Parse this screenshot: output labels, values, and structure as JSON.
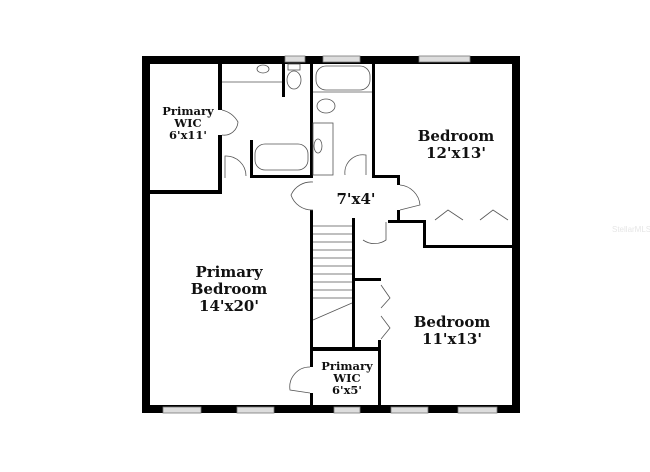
{
  "rooms": [
    {
      "id": "primary-wic-large",
      "name_lines": [
        "Primary",
        "WIC"
      ],
      "size": "6'x11'"
    },
    {
      "id": "bedroom-2",
      "name_lines": [
        "Bedroom"
      ],
      "size": "12'x13'"
    },
    {
      "id": "hall",
      "name_lines": [],
      "size": "7'x4'"
    },
    {
      "id": "primary-bedroom",
      "name_lines": [
        "Primary",
        "Bedroom"
      ],
      "size": "14'x20'"
    },
    {
      "id": "bedroom-3",
      "name_lines": [
        "Bedroom"
      ],
      "size": "11'x13'"
    },
    {
      "id": "primary-wic-small",
      "name_lines": [
        "Primary",
        "WIC"
      ],
      "size": "6'x5'"
    }
  ],
  "watermark": "StellarMLS",
  "colors": {
    "wall": "#000000",
    "fixture": "#555555",
    "window": "#dddddd"
  }
}
